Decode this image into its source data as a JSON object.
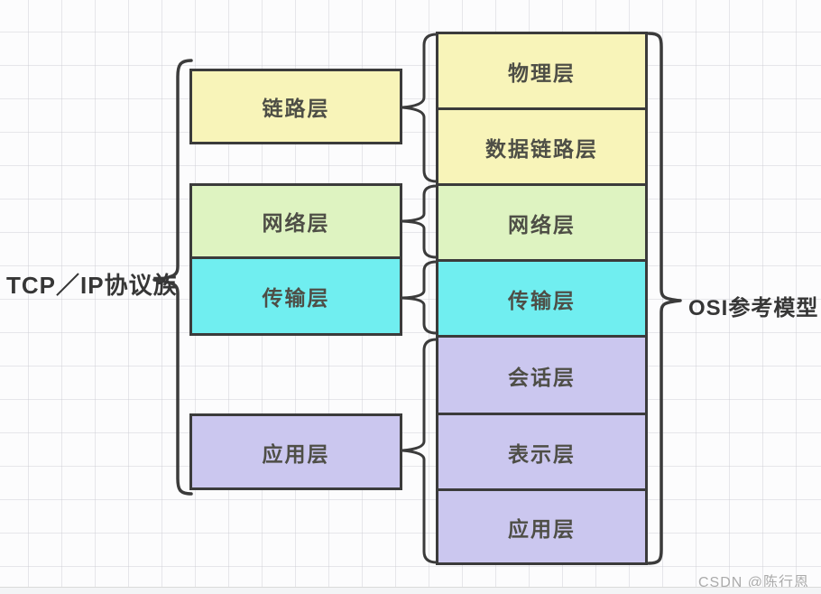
{
  "diagram": {
    "title_left": "TCP／IP协议族",
    "title_right": "OSI参考模型",
    "left_stack": {
      "boxes": [
        {
          "label": "链路层",
          "fill": "#f8f4b9"
        },
        {
          "label": "网络层",
          "fill": "#def3c1"
        },
        {
          "label": "传输层",
          "fill": "#70eef0"
        },
        {
          "label": "应用层",
          "fill": "#cbc7ef"
        }
      ]
    },
    "right_stack": {
      "boxes": [
        {
          "label": "物理层",
          "fill": "#f8f4b9"
        },
        {
          "label": "数据链路层",
          "fill": "#f8f4b9"
        },
        {
          "label": "网络层",
          "fill": "#def3c1"
        },
        {
          "label": "传输层",
          "fill": "#70eef0"
        },
        {
          "label": "会话层",
          "fill": "#cbc7ef"
        },
        {
          "label": "表示层",
          "fill": "#cbc7ef"
        },
        {
          "label": "应用层",
          "fill": "#cbc7ef"
        }
      ]
    },
    "mappings": [
      {
        "from": "链路层",
        "to": [
          "物理层",
          "数据链路层"
        ]
      },
      {
        "from": "网络层",
        "to": [
          "网络层"
        ]
      },
      {
        "from": "传输层",
        "to": [
          "传输层"
        ]
      },
      {
        "from": "应用层",
        "to": [
          "会话层",
          "表示层",
          "应用层"
        ]
      }
    ],
    "colors": {
      "stroke": "#3b3b3b",
      "box_text": "#4e4e46",
      "label_text": "#363636",
      "yellow": "#f8f4b9",
      "green": "#def3c1",
      "cyan": "#70eef0",
      "lavender": "#cbc7ef"
    }
  },
  "watermark": {
    "text": "CSDN @陈行恩"
  }
}
